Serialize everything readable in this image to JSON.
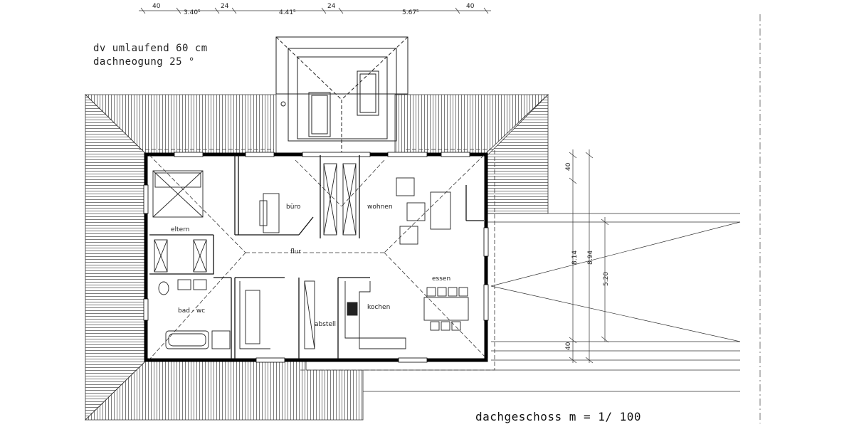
{
  "notes": {
    "overhang": "dv umlaufend 60 cm",
    "pitch": "dachneogung 25 °"
  },
  "title": "dachgeschoss m = 1/ 100",
  "rooms": {
    "eltern": "eltern",
    "buero": "büro",
    "wohnen": "wohnen",
    "flur": "flur",
    "essen": "essen",
    "bad": "bad - wc",
    "abstell": "abstell",
    "kochen": "kochen"
  },
  "dims_top": [
    "40",
    "3.40⁵",
    "24",
    "4.41⁵",
    "24",
    "5.67⁵",
    "40"
  ],
  "dims_right": {
    "top": "40",
    "inner": "8.14",
    "outer": "8.94",
    "span": "5.20",
    "bottom": "40"
  }
}
